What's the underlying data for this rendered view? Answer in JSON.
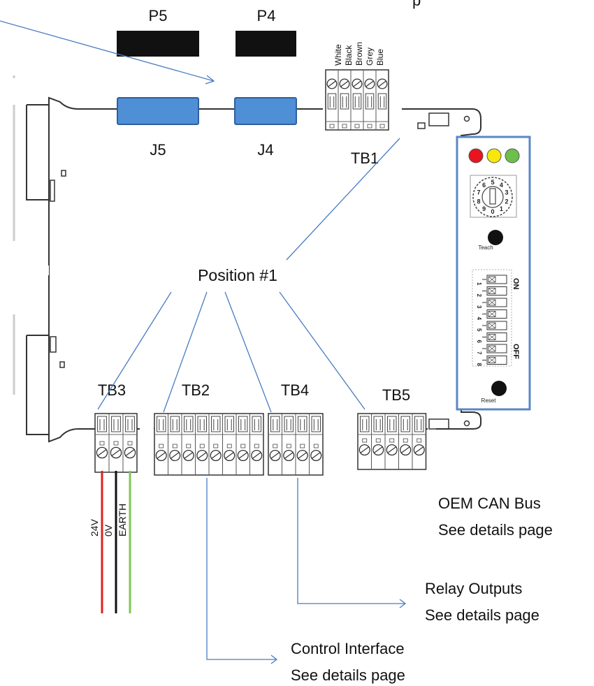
{
  "headers": {
    "p5": "P5",
    "p4": "P4"
  },
  "jacks": {
    "j5": "J5",
    "j4": "J4"
  },
  "terminals": {
    "tb1": "TB1",
    "tb2": "TB2",
    "tb3": "TB3",
    "tb4": "TB4",
    "tb5": "TB5"
  },
  "tb1_wires": [
    "White",
    "Black",
    "Brown",
    "Grey",
    "Blue"
  ],
  "position_label": "Position #1",
  "power_wires": [
    {
      "label": "24V",
      "color": "#e02020"
    },
    {
      "label": "0V",
      "color": "#111111"
    },
    {
      "label": "EARTH",
      "color": "#7ec850"
    }
  ],
  "module": {
    "led_colors": [
      "#e8141e",
      "#f5e80a",
      "#6cc04a"
    ],
    "dial_digits": [
      "0",
      "1",
      "2",
      "3",
      "4",
      "5",
      "6",
      "7",
      "8",
      "9"
    ],
    "teach_label": "Teach",
    "reset_label": "Reset",
    "switch_numbers": [
      "1",
      "2",
      "3",
      "4",
      "5",
      "6",
      "7",
      "8"
    ],
    "switch_on_label": "ON",
    "switch_off_label": "OFF",
    "accent_blue": "#5a87c6"
  },
  "callouts": {
    "can": {
      "line1": "OEM CAN Bus",
      "line2": "See details page"
    },
    "relay": {
      "line1": "Relay Outputs",
      "line2": "See details page"
    },
    "control": {
      "line1": "Control Interface",
      "line2": "See details page"
    }
  },
  "top_right_fragment": "p"
}
